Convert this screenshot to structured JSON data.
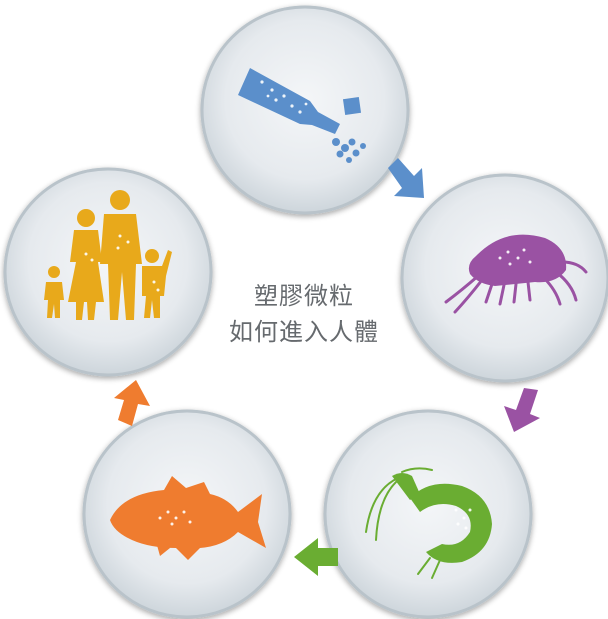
{
  "center_label": {
    "line1": "塑膠微粒",
    "line2": "如何進入人體"
  },
  "stages": [
    {
      "name": "plastic-bottle",
      "icon": "plastic-bottle-icon",
      "color": "#5b8fcb"
    },
    {
      "name": "zooplankton",
      "icon": "amphipod-icon",
      "color": "#9a52a3"
    },
    {
      "name": "shrimp",
      "icon": "shrimp-icon",
      "color": "#6aad32"
    },
    {
      "name": "fish",
      "icon": "fish-icon",
      "color": "#ef7c2f"
    },
    {
      "name": "human-family",
      "icon": "family-icon",
      "color": "#e8a91b"
    }
  ],
  "colors": {
    "circle_fill": "#e3e8ec",
    "circle_rim": "#b5bfc7",
    "center_text": "#666a6e"
  }
}
